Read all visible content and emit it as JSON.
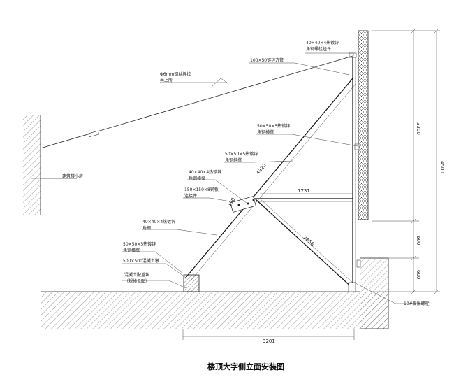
{
  "title": "楼顶大字侧立面安装图",
  "labels": {
    "l1": "40×40×4热镀锌",
    "l1b": "角钢螺栓挂件",
    "l2": "100×50镀锌方管",
    "l3": "Φ6mm钢丝绳拉",
    "l3b": "共上所",
    "l4": "50×50×5热镀锌",
    "l4b": "角钢横撑",
    "l5": "50×50×5热镀锌",
    "l5b": "角钢斜撑",
    "l6": "40×40×4热镀锌",
    "l6b": "角钢横撑",
    "l7": "150×150×8钢板",
    "l7b": "连接件",
    "l8": "40×40×4热镀锌",
    "l8b": "角钢",
    "l9": "50×50×5热镀锌",
    "l9b": "角钢横撑",
    "l10": "500×500混凝土墩",
    "l11": "混凝土配重块",
    "l11b": "（规格见图）",
    "l12": "建筑楼小房",
    "l13": "10#膨胀螺栓"
  },
  "dims": {
    "d_total": "4500",
    "d_upper": "3300",
    "d_mid": "600",
    "d_low": "600",
    "d_horiz": "1731",
    "d_diag": "4320",
    "d_brace": "2856",
    "d_small": "130",
    "d_base": "3201"
  }
}
